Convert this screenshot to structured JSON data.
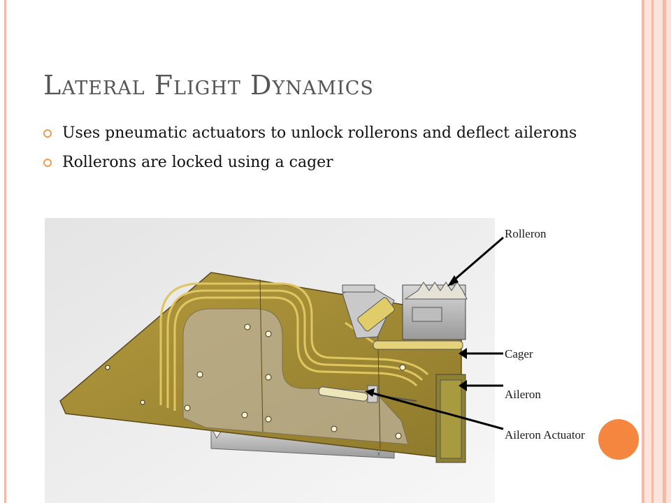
{
  "slide": {
    "title": "Lateral Flight Dynamics",
    "bullets": [
      "Uses pneumatic actuators to unlock rollerons and deflect ailerons",
      "Rollerons are locked using a cager"
    ]
  },
  "figure": {
    "callouts": {
      "rolleron": "Rolleron",
      "cager": "Cager",
      "aileron": "Aileron",
      "aileron_actuator": "Aileron Actuator"
    }
  },
  "theme": {
    "accent": "#f5863f",
    "title_color": "#555555",
    "frame_color": "#f3b9a9",
    "fin_color": "#a78f35"
  }
}
